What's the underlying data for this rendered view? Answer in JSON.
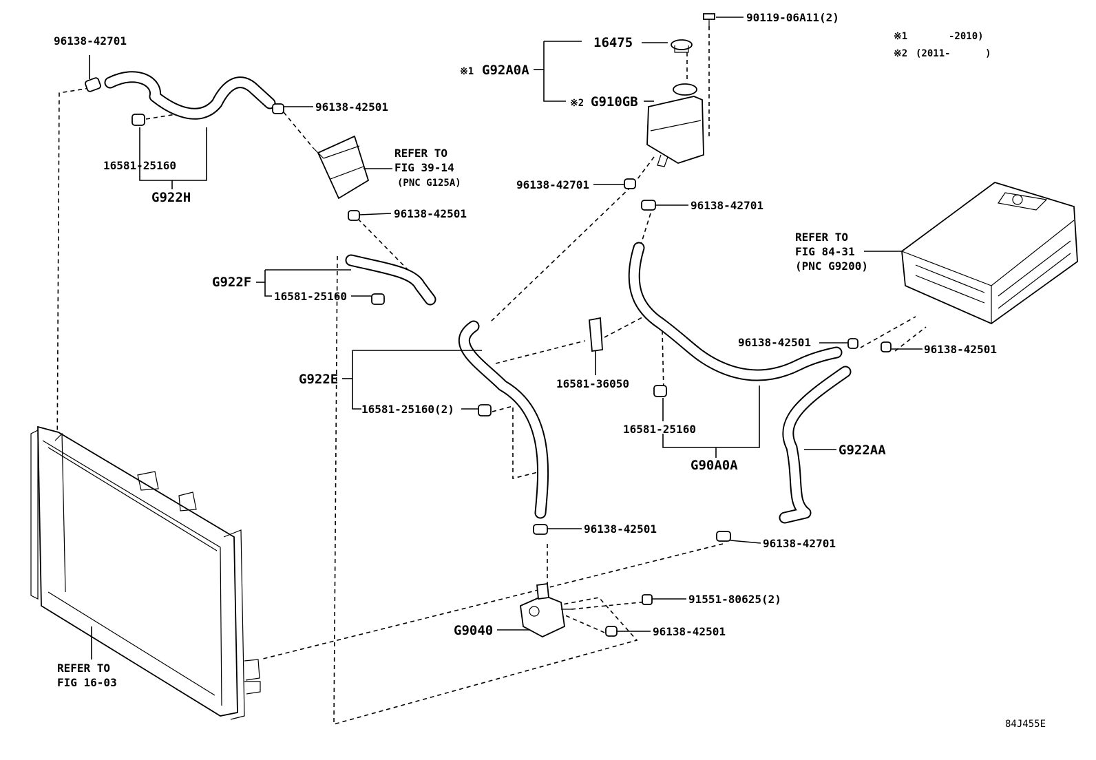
{
  "diagram_id": "84J455E",
  "legend": [
    {
      "mark": "※1",
      "range": "-2010)"
    },
    {
      "mark": "※2",
      "range": "(2011-      )"
    }
  ],
  "labels": {
    "clamp_96138_42701_tl": "96138-42701",
    "clamp_96138_42501_top": "96138-42501",
    "clip_16581_25160_g922h": "16581-25160",
    "hose_g922h": "G922H",
    "refer_39_14_l1": "REFER TO",
    "refer_39_14_l2": "FIG 39-14",
    "refer_39_14_l3": "(PNC G125A)",
    "clamp_96138_42501_mid": "96138-42501",
    "hose_g922f": "G922F",
    "clip_16581_25160_g922f": "16581-25160",
    "cap_16475": "16475",
    "tank_g92a0a_mark": "※1",
    "tank_g92a0a": "G92A0A",
    "tank_g910gb_mark": "※2",
    "tank_g910gb": "G910GB",
    "bolt_90119": "90119-06A11(2)",
    "clamp_96138_42701_tank_l": "96138-42701",
    "clamp_96138_42701_tank_r": "96138-42701",
    "hose_g922e": "G922E",
    "clip_16581_25160_2": "16581-25160(2)",
    "clip_16581_36050": "16581-36050",
    "clip_16581_25160_g90a0a": "16581-25160",
    "hose_g90a0a": "G90A0A",
    "refer_84_31_l1": "REFER TO",
    "refer_84_31_l2": "FIG 84-31",
    "refer_84_31_l3": "(PNC G9200)",
    "clamp_96138_42501_inv_l": "96138-42501",
    "clamp_96138_42501_inv_r": "96138-42501",
    "hose_g922aa": "G922AA",
    "clamp_96138_42501_pump_top": "96138-42501",
    "clamp_96138_42701_g922aa": "96138-42701",
    "bolt_91551": "91551-80625(2)",
    "pump_g9040": "G9040",
    "clamp_96138_42501_pump_side": "96138-42501",
    "refer_16_03_l1": "REFER TO",
    "refer_16_03_l2": "FIG 16-03"
  }
}
